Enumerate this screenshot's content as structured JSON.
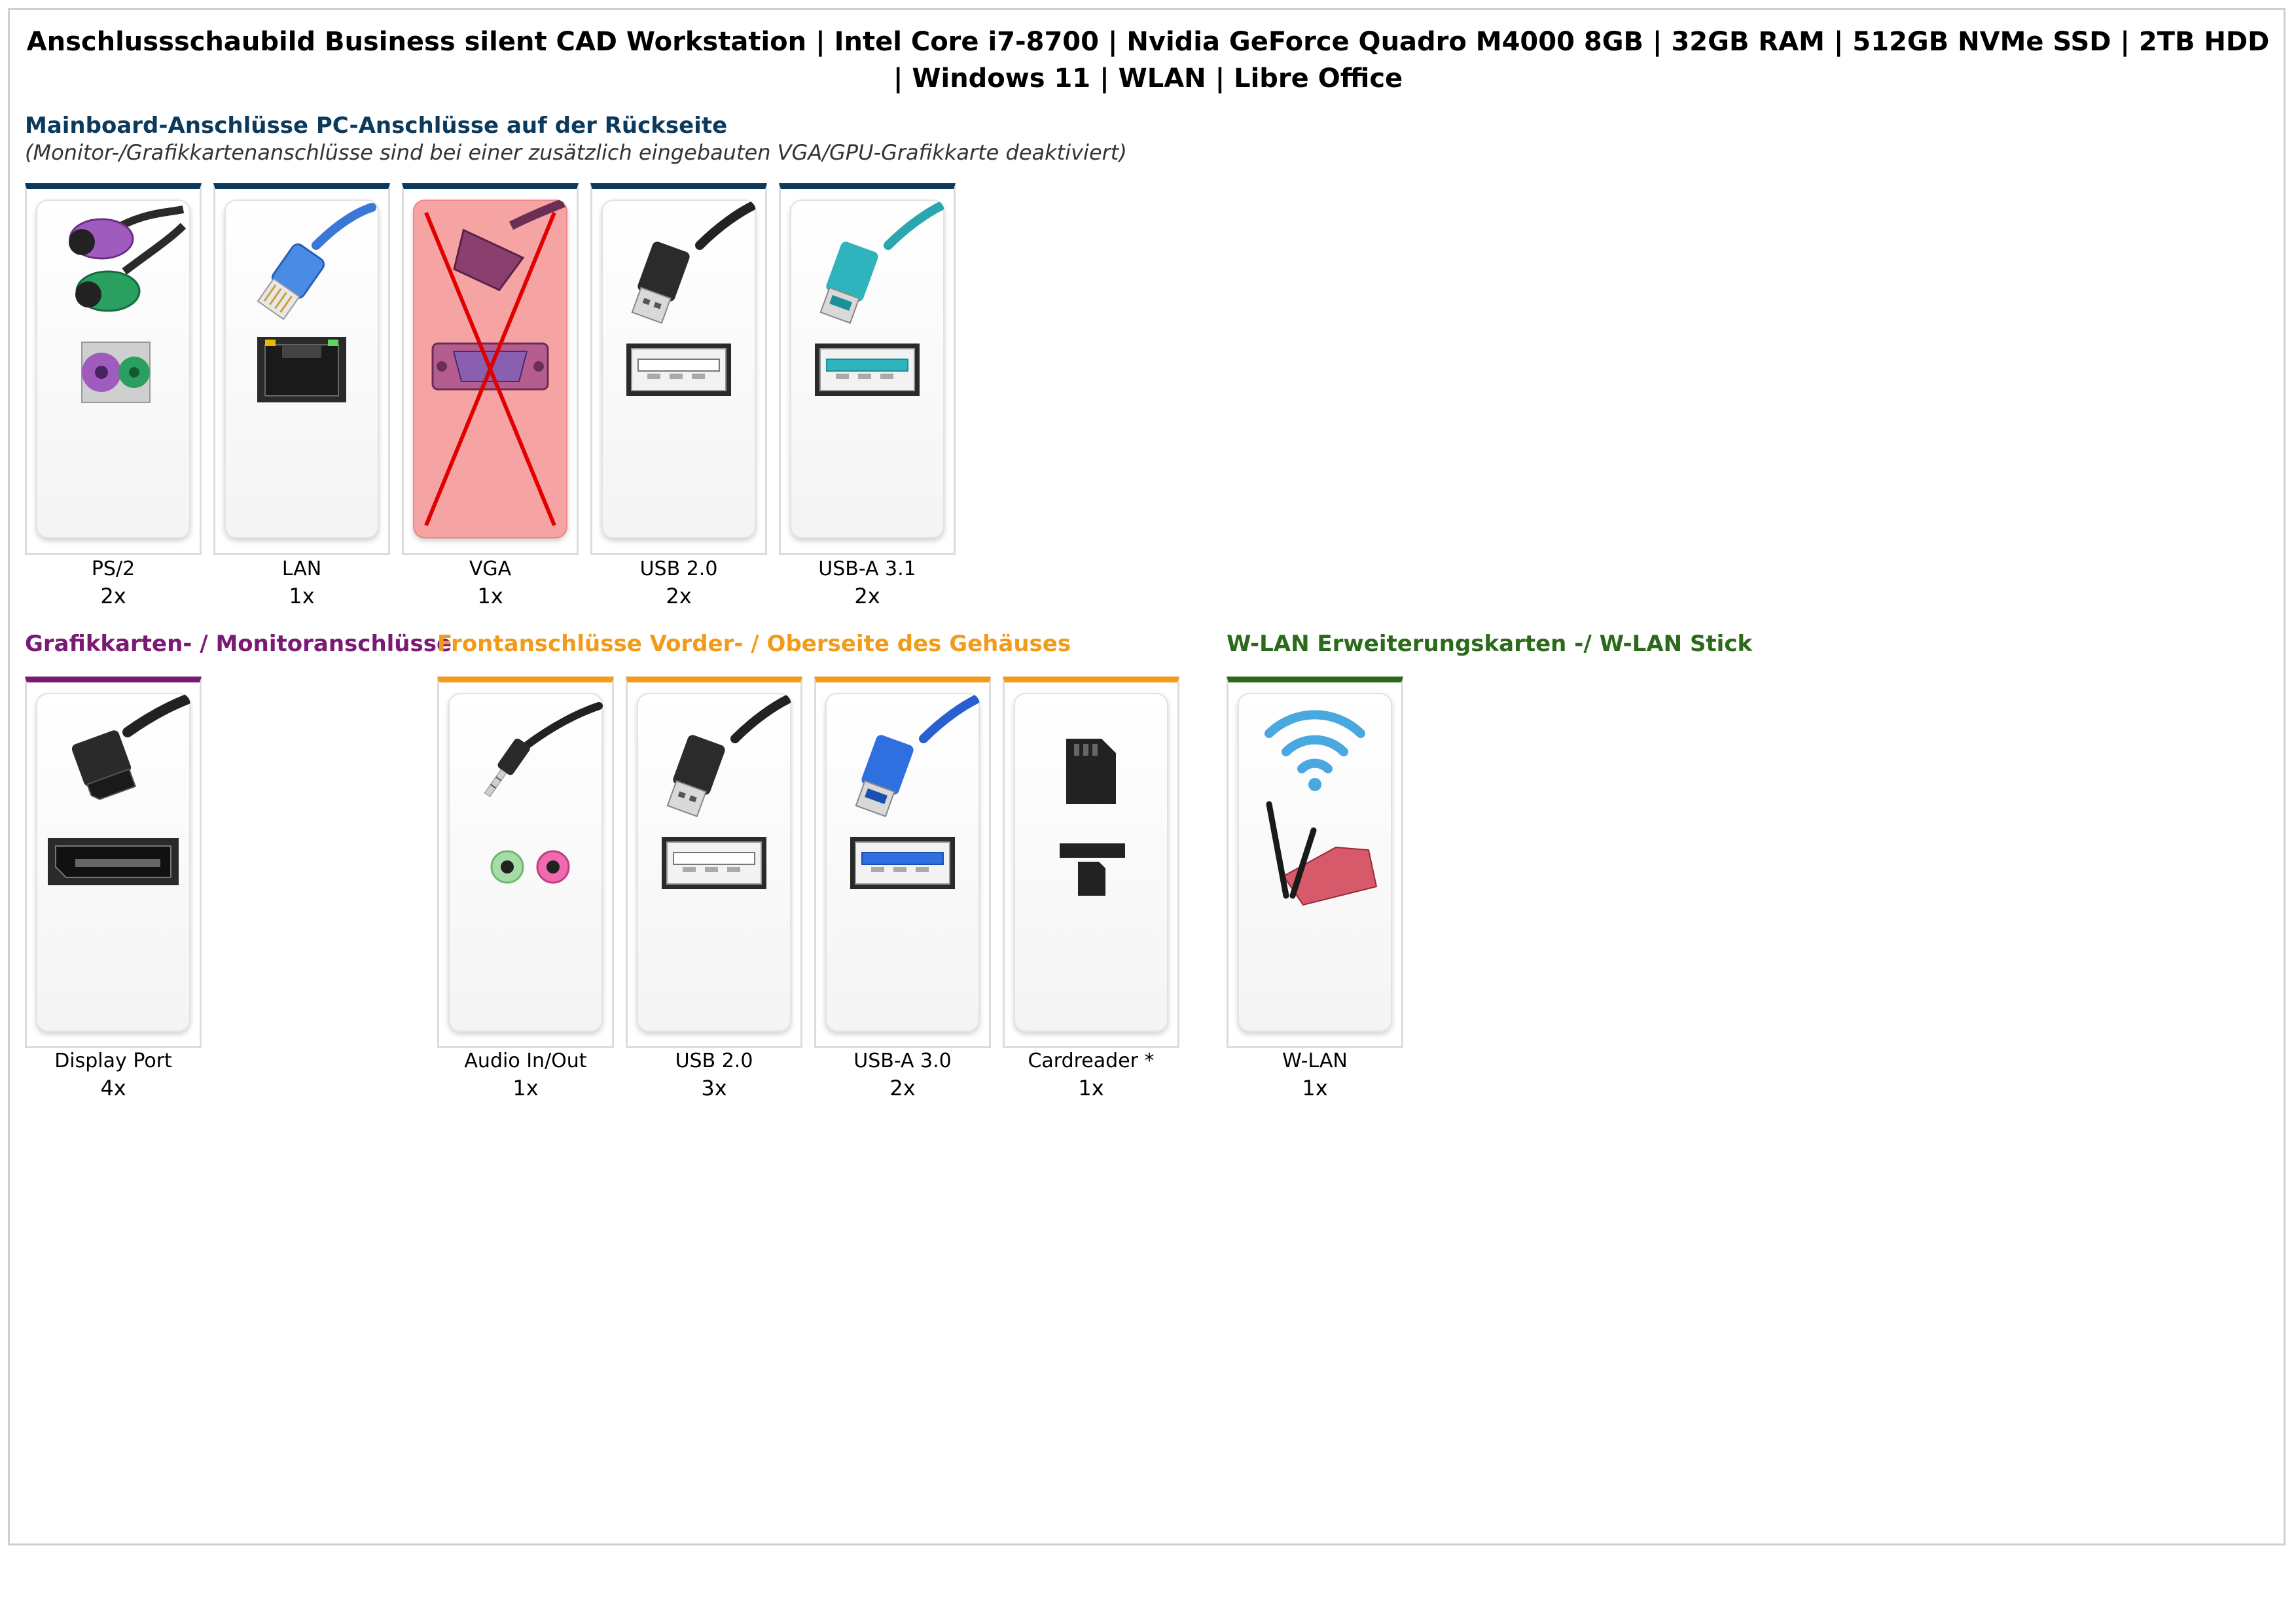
{
  "title": "Anschlussschaubild Business silent CAD Workstation | Intel Core i7-8700 | Nvidia GeForce Quadro M4000 8GB | 32GB RAM | 512GB NVMe SSD | 2TB HDD | Windows 11 | WLAN | Libre Office",
  "colors": {
    "mainboard": "#0b3a5c",
    "graphics": "#7a1a74",
    "front": "#f29b1b",
    "wlan": "#2b6a1a"
  },
  "mainboard": {
    "title": "Mainboard-Anschlüsse PC-Anschlüsse auf der Rückseite",
    "subtitle": "(Monitor-/Grafikkartenanschlüsse sind bei einer zusätzlich eingebauten VGA/GPU-Grafikkarte deaktiviert)",
    "ports": [
      {
        "label": "PS/2",
        "count": "2x",
        "icon": "ps2-icon"
      },
      {
        "label": "LAN",
        "count": "1x",
        "icon": "lan-icon"
      },
      {
        "label": "VGA",
        "count": "1x",
        "icon": "vga-icon",
        "disabled": true
      },
      {
        "label": "USB 2.0",
        "count": "2x",
        "icon": "usb-icon"
      },
      {
        "label": "USB-A 3.1",
        "count": "2x",
        "icon": "usb31-icon"
      }
    ]
  },
  "graphics": {
    "title": "Grafikkarten- / Monitoranschlüsse",
    "ports": [
      {
        "label": "Display Port",
        "count": "4x",
        "icon": "displayport-icon"
      }
    ]
  },
  "front": {
    "title": "Frontanschlüsse Vorder- / Oberseite des Gehäuses",
    "ports": [
      {
        "label": "Audio In/Out",
        "count": "1x",
        "icon": "audio-icon"
      },
      {
        "label": "USB 2.0",
        "count": "3x",
        "icon": "usb-icon"
      },
      {
        "label": "USB-A 3.0",
        "count": "2x",
        "icon": "usb30-icon"
      },
      {
        "label": "Cardreader *",
        "count": "1x",
        "icon": "cardreader-icon"
      }
    ]
  },
  "wlan": {
    "title": "W-LAN Erweiterungskarten -/ W-LAN Stick",
    "ports": [
      {
        "label": "W-LAN",
        "count": "1x",
        "icon": "wifi-icon"
      }
    ]
  }
}
